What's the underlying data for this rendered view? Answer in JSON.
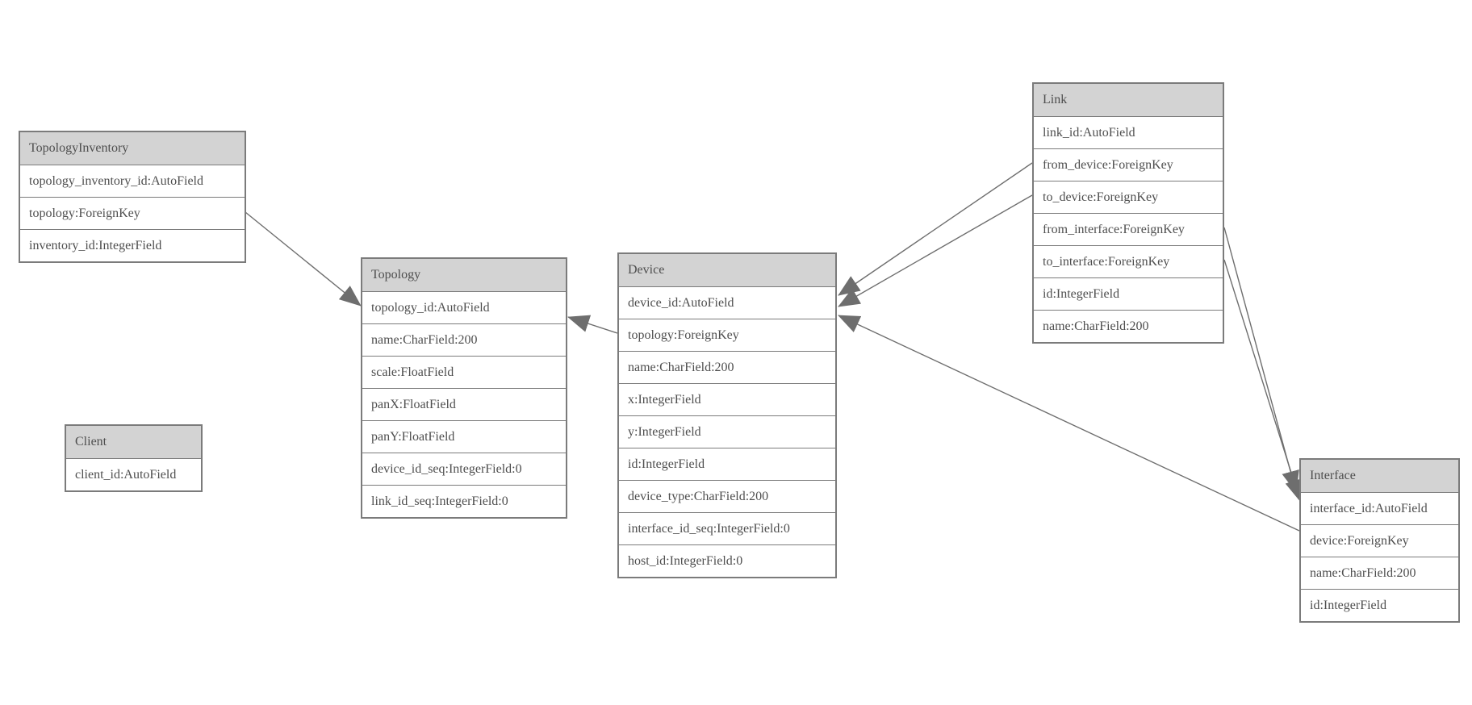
{
  "entities": [
    {
      "name": "TopologyInventory",
      "fields": [
        "topology_inventory_id:AutoField",
        "topology:ForeignKey",
        "inventory_id:IntegerField"
      ]
    },
    {
      "name": "Topology",
      "fields": [
        "topology_id:AutoField",
        "name:CharField:200",
        "scale:FloatField",
        "panX:FloatField",
        "panY:FloatField",
        "device_id_seq:IntegerField:0",
        "link_id_seq:IntegerField:0"
      ]
    },
    {
      "name": "Client",
      "fields": [
        "client_id:AutoField"
      ]
    },
    {
      "name": "Device",
      "fields": [
        "device_id:AutoField",
        "topology:ForeignKey",
        "name:CharField:200",
        "x:IntegerField",
        "y:IntegerField",
        "id:IntegerField",
        "device_type:CharField:200",
        "interface_id_seq:IntegerField:0",
        "host_id:IntegerField:0"
      ]
    },
    {
      "name": "Link",
      "fields": [
        "link_id:AutoField",
        "from_device:ForeignKey",
        "to_device:ForeignKey",
        "from_interface:ForeignKey",
        "to_interface:ForeignKey",
        "id:IntegerField",
        "name:CharField:200"
      ]
    },
    {
      "name": "Interface",
      "fields": [
        "interface_id:AutoField",
        "device:ForeignKey",
        "name:CharField:200",
        "id:IntegerField"
      ]
    }
  ],
  "relations": [
    {
      "from_entity": "TopologyInventory",
      "from_field": "topology",
      "to_entity": "Topology"
    },
    {
      "from_entity": "Device",
      "from_field": "topology",
      "to_entity": "Topology"
    },
    {
      "from_entity": "Link",
      "from_field": "from_device",
      "to_entity": "Device"
    },
    {
      "from_entity": "Link",
      "from_field": "to_device",
      "to_entity": "Device"
    },
    {
      "from_entity": "Link",
      "from_field": "from_interface",
      "to_entity": "Interface"
    },
    {
      "from_entity": "Link",
      "from_field": "to_interface",
      "to_entity": "Interface"
    },
    {
      "from_entity": "Interface",
      "from_field": "device",
      "to_entity": "Device"
    }
  ],
  "colors": {
    "header_fill": "#d3d3d3",
    "border": "#7b7b7b",
    "text": "#4e4e4e",
    "edge": "#6e6e6e",
    "background": "#ffffff"
  }
}
